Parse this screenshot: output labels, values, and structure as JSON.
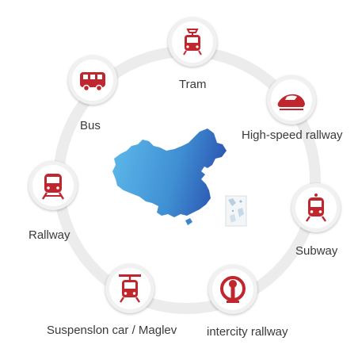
{
  "nodes": {
    "tram": {
      "label": "Tram",
      "icon": "tram-icon"
    },
    "high_speed": {
      "label": "High-speed rallway",
      "icon": "high-speed-train-icon"
    },
    "subway": {
      "label": "Subway",
      "icon": "subway-train-icon"
    },
    "intercity": {
      "label": "intercity rallway",
      "icon": "china-railway-logo-icon"
    },
    "maglev": {
      "label": "Suspenslon car / Maglev",
      "icon": "suspension-car-icon"
    },
    "railway": {
      "label": "Rallway",
      "icon": "railway-train-icon"
    },
    "bus": {
      "label": "Bus",
      "icon": "bus-icon"
    }
  },
  "colors": {
    "icon_red": "#c0262d",
    "ring": "#ececec",
    "map_light": "#56b2e6",
    "map_dark": "#2a57b4",
    "label": "#3a3a3a"
  }
}
